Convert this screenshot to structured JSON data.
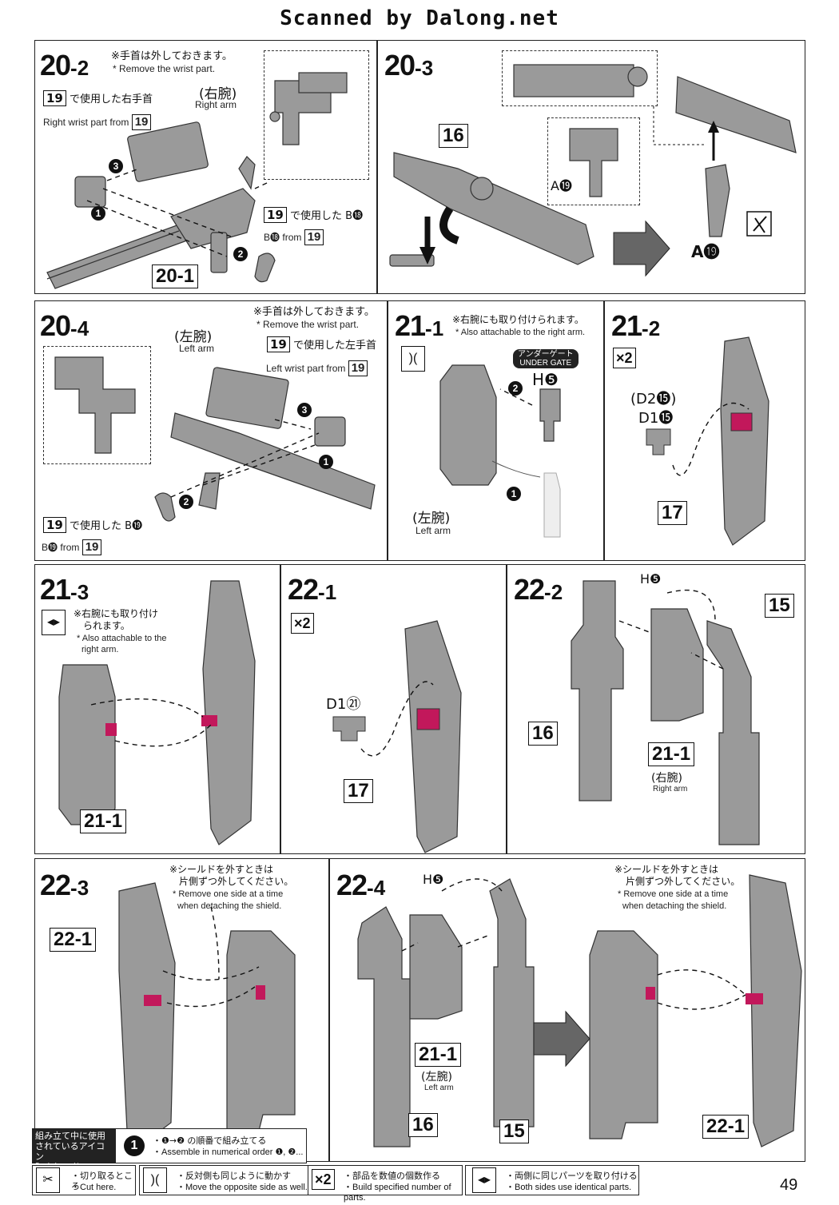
{
  "watermark": "Scanned by Dalong.net",
  "page_number": "49",
  "steps": {
    "s20_2": {
      "num": "20",
      "sub": "-2",
      "note_jp": "※手首は外しておきます。",
      "note_en": "* Remove the wrist part.",
      "src_box": "19",
      "src_jp": "で使用した右手首",
      "src_en": "Right wrist part from",
      "src_en_box": "19",
      "arm_jp": "(右腕)",
      "arm_en": "Right arm",
      "b_box": "19",
      "b_jp": "で使用した",
      "b_part": "B⓲",
      "b_en_part": "B⓲",
      "b_en_from": "from",
      "b_en_box": "19",
      "part_label": "20-1"
    },
    "s20_3": {
      "num": "20",
      "sub": "-3",
      "part": "16",
      "a1": "A⓳",
      "a2": "A⓳"
    },
    "s20_4": {
      "num": "20",
      "sub": "-4",
      "note_jp": "※手首は外しておきます。",
      "note_en": "* Remove the wrist part.",
      "arm_jp": "(左腕)",
      "arm_en": "Left arm",
      "src_box": "19",
      "src_jp": "で使用した左手首",
      "src_en": "Left wrist part from",
      "src_en_box": "19",
      "b_box": "19",
      "b_jp": "で使用した",
      "b_part": "B⓳",
      "b_en_part": "B⓳",
      "b_en_from": "from",
      "b_en_box": "19"
    },
    "s21_1": {
      "num": "21",
      "sub": "-1",
      "note_jp": "※右腕にも取り付けられます。",
      "note_en": "* Also attachable to the right arm.",
      "gate_jp": "アンダーゲート",
      "gate_en": "UNDER GATE",
      "part": "H❺",
      "arm_jp": "(左腕)",
      "arm_en": "Left arm"
    },
    "s21_2": {
      "num": "21",
      "sub": "-2",
      "x2": "×2",
      "p1": "(D2⓯)",
      "p2": "D1⓯",
      "part": "17"
    },
    "s21_3": {
      "num": "21",
      "sub": "-3",
      "note_jp1": "※右腕にも取り付け",
      "note_jp2": "られます。",
      "note_en1": "* Also attachable to the",
      "note_en2": "right arm.",
      "part": "21-1"
    },
    "s22_1": {
      "num": "22",
      "sub": "-1",
      "x2": "×2",
      "p1": "D1㉑",
      "part": "17"
    },
    "s22_2": {
      "num": "22",
      "sub": "-2",
      "h": "H❺",
      "p15": "15",
      "p16": "16",
      "p21": "21-1",
      "arm_jp": "(右腕)",
      "arm_en": "Right arm"
    },
    "s22_3": {
      "num": "22",
      "sub": "-3",
      "note_jp1": "※シールドを外すときは",
      "note_jp2": "片側ずつ外してください。",
      "note_en1": "* Remove one side at a time",
      "note_en2": "when detaching the shield.",
      "part": "22-1"
    },
    "s22_4": {
      "num": "22",
      "sub": "-4",
      "h": "H❺",
      "p21": "21-1",
      "arm_jp": "(左腕)",
      "arm_en": "Left arm",
      "p16": "16",
      "p15": "15",
      "note_jp1": "※シールドを外すときは",
      "note_jp2": "片側ずつ外してください。",
      "note_en1": "* Remove one side at a time",
      "note_en2": "when detaching the shield.",
      "part": "22-1"
    }
  },
  "legend": {
    "title_jp1": "組み立て中に使用",
    "title_jp2": "されているアイコン",
    "title_en": "Symbols used in instructions",
    "order_jp": "・❶→❷ の順番で組み立てる",
    "order_en": "・Assemble in numerical order ❶, ❷...",
    "items": [
      {
        "jp": "・切り取るところ",
        "en": "・Cut here."
      },
      {
        "jp": "・反対側も同じように動かす",
        "en": "・Move the opposite side as well."
      },
      {
        "jp": "・部品を数値の個数作る",
        "en": "・Build specified number of parts.",
        "icon": "×2"
      },
      {
        "jp": "・両側に同じパーツを取り付ける",
        "en": "・Both sides use identical parts."
      }
    ]
  },
  "colors": {
    "part_gray": "#8c8c8c",
    "part_dark": "#5a5a5a",
    "accent_magenta": "#c2185b"
  }
}
